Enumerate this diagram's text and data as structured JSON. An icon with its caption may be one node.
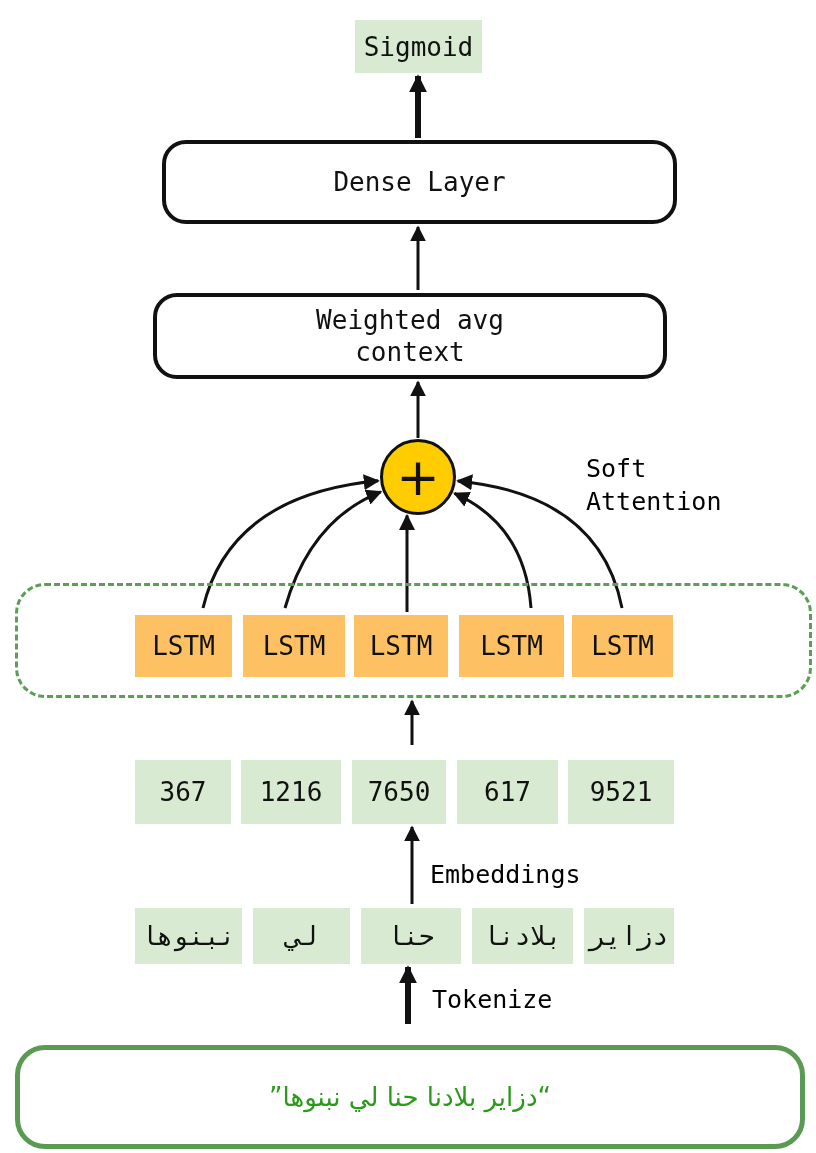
{
  "diagram": {
    "nodes": [
      {
        "text": [
          "Sigmoid"
        ]
      },
      {
        "text": [
          "Dense Layer"
        ]
      },
      {
        "text": [
          "Weighted avg context"
        ]
      },
      {
        "text": [
          "+"
        ]
      },
      {
        "text": [],
        "shape": "box"
      },
      {
        "text": [
          "LSTM"
        ],
        "in": 4
      },
      {
        "text": [
          "LSTM"
        ],
        "in": 4
      },
      {
        "text": [
          "LSTM"
        ],
        "in": 4
      },
      {
        "text": [
          "LSTM"
        ],
        "in": 4
      },
      {
        "text": [
          "LSTM"
        ],
        "in": 4
      },
      {
        "text": [
          "367"
        ]
      },
      {
        "text": [
          "1216"
        ]
      },
      {
        "text": [
          "7650"
        ]
      },
      {
        "text": [
          "617"
        ]
      },
      {
        "text": [
          "9521"
        ]
      },
      {
        "text": [
          "نبنوها"
        ]
      },
      {
        "text": [
          "لي"
        ]
      },
      {
        "text": [
          "حنا"
        ]
      },
      {
        "text": [
          "بلادنا"
        ]
      },
      {
        "text": [
          "دزاير"
        ]
      },
      {
        "text": [
          "“دزاير بلادنا حنا لي نبنوها”"
        ]
      }
    ],
    "edges": [
      {
        "from": 1,
        "to": 0,
        "arrow": "to",
        "style": "thick"
      },
      {
        "from": 2,
        "to": 1,
        "arrow": "to"
      },
      {
        "from": 3,
        "to": 2,
        "arrow": "to"
      },
      {
        "from": 5,
        "to": 3,
        "arrow": "to"
      },
      {
        "from": 6,
        "to": 3,
        "arrow": "to"
      },
      {
        "from": 7,
        "to": 3,
        "arrow": "to"
      },
      {
        "from": 8,
        "to": 3,
        "arrow": "to"
      },
      {
        "from": 9,
        "to": 3,
        "arrow": "to"
      },
      {
        "from": 12,
        "to": 4,
        "arrow": "to"
      },
      {
        "from": 17,
        "to": 12,
        "arrow": "to",
        "label": "Embeddings"
      },
      {
        "from": 20,
        "to": 17,
        "arrow": "to",
        "label": "Tokenize",
        "style": "thick"
      }
    ],
    "labels": [
      "Soft Attention"
    ]
  }
}
